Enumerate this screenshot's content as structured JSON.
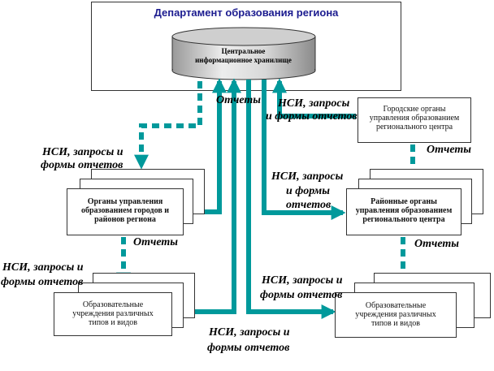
{
  "colors": {
    "arrow": "#00999b",
    "border": "#333333",
    "title": "#1b1b8f"
  },
  "department_title": "Департамент образования региона",
  "db_label_lines": [
    "Центральное",
    "информационное хранилище"
  ],
  "boxes": {
    "city": [
      "Городские органы",
      "управления образованием",
      "регионального центра"
    ],
    "district": [
      "Районные органы",
      "управления образованием",
      "регионального центра"
    ],
    "regional": [
      "Органы управления",
      "образованием городов и",
      "районов региона"
    ],
    "inst_left": [
      "Образовательные",
      "учреждения различных",
      "типов и видов"
    ],
    "inst_right": [
      "Образовательные",
      "учреждения различных",
      "типов и видов"
    ]
  },
  "labels": {
    "reports_top": "Отчеты",
    "nsi_top_line1": "НСИ, запросы",
    "nsi_top_line2": "и формы отчетов",
    "nsi_left_line1": "НСИ, запросы и",
    "nsi_left_line2": "формы отчетов",
    "nsi_mid_line1": "НСИ, запросы",
    "nsi_mid_line2": "и формы",
    "nsi_mid_line3": "отчетов",
    "reports_right_top": "Отчеты",
    "reports_left": "Отчеты",
    "reports_right_mid": "Отчеты",
    "nsi_lowleft_line1": "НСИ, запросы и",
    "nsi_lowleft_line2": "формы отчетов",
    "nsi_lowright_line1": "НСИ, запросы и",
    "nsi_lowright_line2": "формы отчетов",
    "nsi_bottom_line1": "НСИ, запросы и",
    "nsi_bottom_line2": "формы отчетов"
  }
}
